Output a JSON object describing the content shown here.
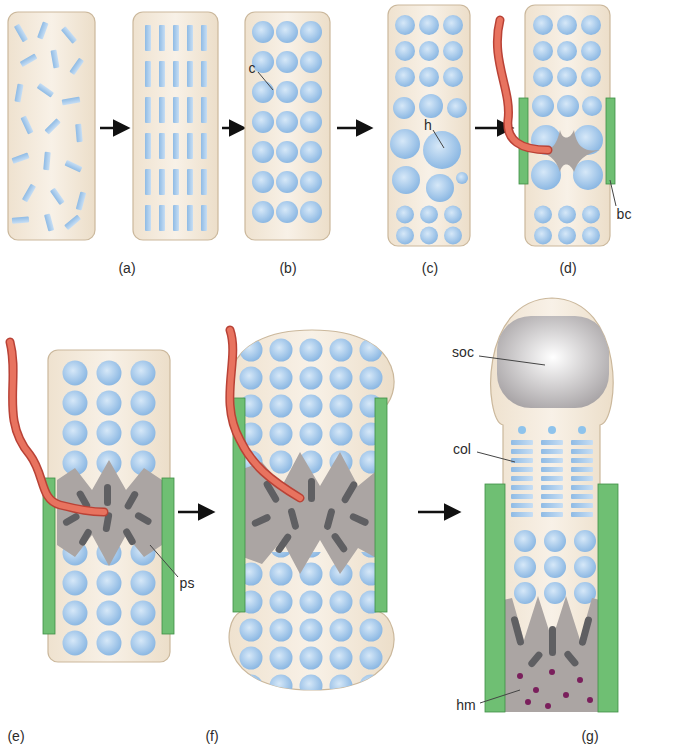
{
  "diagram": {
    "labels": [
      "c",
      "h",
      "bc",
      "(a)",
      "(b)",
      "(c)",
      "(d)",
      "ps",
      "soc",
      "col",
      "hm",
      "(e)",
      "(f)",
      "(g)"
    ]
  }
}
